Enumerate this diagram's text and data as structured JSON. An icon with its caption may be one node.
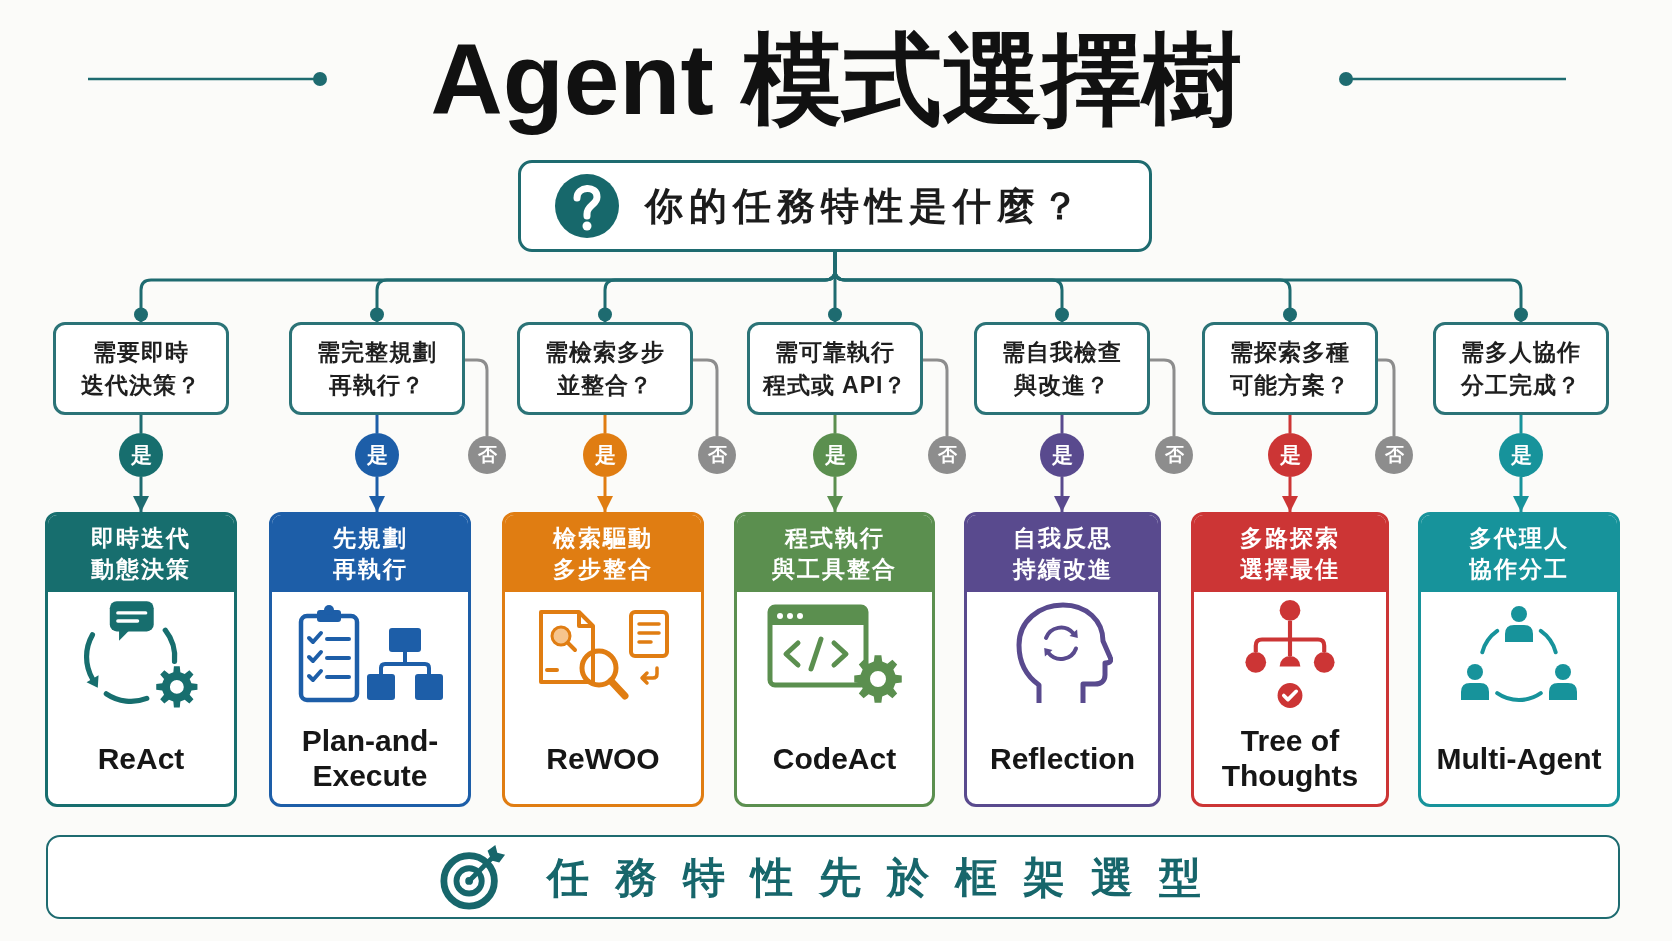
{
  "diagram": {
    "title": "Agent 模式選擇樹",
    "nodes": [
      {
        "text": [
          "你的任務特性是什麼？"
        ]
      },
      {
        "text": [
          "需要即時迭代決策？"
        ]
      },
      {
        "text": [
          "需完整規劃再執行？"
        ]
      },
      {
        "text": [
          "需檢索多步並整合？"
        ]
      },
      {
        "text": [
          "需可靠執行程式或 API？"
        ]
      },
      {
        "text": [
          "需自我檢查與改進？"
        ]
      },
      {
        "text": [
          "需探索多種可能方案？"
        ]
      },
      {
        "text": [
          "需多人協作分工完成？"
        ]
      },
      {
        "text": [
          "是"
        ]
      },
      {
        "text": [
          "是"
        ]
      },
      {
        "text": [
          "否"
        ]
      },
      {
        "text": [
          "是"
        ]
      },
      {
        "text": [
          "否"
        ]
      },
      {
        "text": [
          "是"
        ]
      },
      {
        "text": [
          "否"
        ]
      },
      {
        "text": [
          "是"
        ]
      },
      {
        "text": [
          "否"
        ]
      },
      {
        "text": [
          "是"
        ]
      },
      {
        "text": [
          "否"
        ]
      },
      {
        "text": [
          "是"
        ]
      },
      {
        "text": [
          "即時迭代動態決策",
          "ReAct"
        ]
      },
      {
        "text": [
          "先規劃再執行",
          "Plan-and-Execute"
        ]
      },
      {
        "text": [
          "檢索驅動多步整合",
          "ReWOO"
        ]
      },
      {
        "text": [
          "程式執行與工具整合",
          "CodeAct"
        ]
      },
      {
        "text": [
          "自我反思持續改進",
          "Reflection"
        ]
      },
      {
        "text": [
          "多路探索選擇最佳",
          "Tree of Thoughts"
        ]
      },
      {
        "text": [
          "多代理人協作分工",
          "Multi-Agent"
        ]
      },
      {
        "text": [
          "任務特性先於框架選型"
        ]
      }
    ],
    "edges": [
      {
        "from": 0,
        "to": 1,
        "arrow": "other"
      },
      {
        "from": 0,
        "to": 2,
        "arrow": "other"
      },
      {
        "from": 0,
        "to": 3,
        "arrow": "other"
      },
      {
        "from": 0,
        "to": 4,
        "arrow": "other"
      },
      {
        "from": 0,
        "to": 5,
        "arrow": "other"
      },
      {
        "from": 0,
        "to": 6,
        "arrow": "other"
      },
      {
        "from": 0,
        "to": 7,
        "arrow": "other"
      },
      {
        "from": 1,
        "to": 8,
        "arrow": "none"
      },
      {
        "from": 8,
        "to": 20,
        "arrow": "to"
      },
      {
        "from": 2,
        "to": 9,
        "arrow": "none",
        "color": "#1d5ea8"
      },
      {
        "from": 9,
        "to": 21,
        "arrow": "to",
        "color": "#1d5ea8"
      },
      {
        "from": 2,
        "to": 10,
        "arrow": "none",
        "color": "#8d8d8d"
      },
      {
        "from": 3,
        "to": 11,
        "arrow": "none",
        "color": "#e07d12"
      },
      {
        "from": 11,
        "to": 22,
        "arrow": "to",
        "color": "#e07d12"
      },
      {
        "from": 3,
        "to": 12,
        "arrow": "none",
        "color": "#8d8d8d"
      },
      {
        "from": 4,
        "to": 13,
        "arrow": "none",
        "color": "#5b8f4f"
      },
      {
        "from": 13,
        "to": 23,
        "arrow": "to",
        "color": "#5b8f4f"
      },
      {
        "from": 4,
        "to": 14,
        "arrow": "none",
        "color": "#8d8d8d"
      },
      {
        "from": 5,
        "to": 15,
        "arrow": "none",
        "color": "#594a8e"
      },
      {
        "from": 15,
        "to": 24,
        "arrow": "to",
        "color": "#594a8e"
      },
      {
        "from": 5,
        "to": 16,
        "arrow": "none",
        "color": "#8d8d8d"
      },
      {
        "from": 6,
        "to": 17,
        "arrow": "none",
        "color": "#cc3535"
      },
      {
        "from": 17,
        "to": 25,
        "arrow": "to",
        "color": "#cc3535"
      },
      {
        "from": 6,
        "to": 18,
        "arrow": "none",
        "color": "#8d8d8d"
      },
      {
        "from": 7,
        "to": 19,
        "arrow": "none",
        "color": "#17939b"
      },
      {
        "from": 19,
        "to": 26,
        "arrow": "to",
        "color": "#17939b"
      }
    ]
  }
}
